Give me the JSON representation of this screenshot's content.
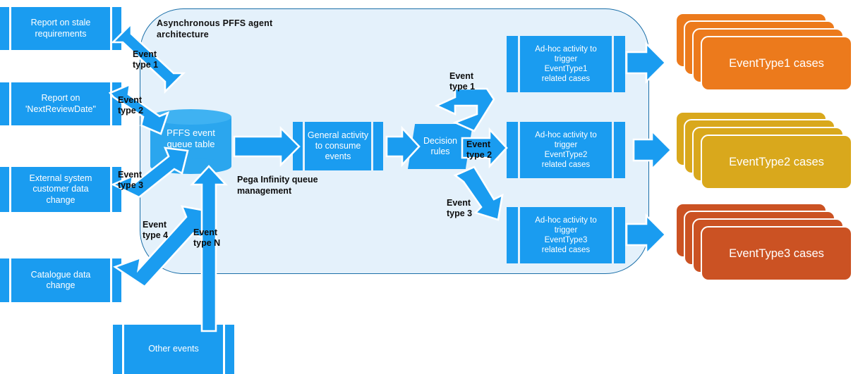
{
  "panel": {
    "title": "Asynchronous  PFFS agent\narchitecture"
  },
  "sources": [
    {
      "name": "report-stale-requirements",
      "label": "Report on stale\nrequirements",
      "event": "Event\ntype 1"
    },
    {
      "name": "report-next-review-date",
      "label": "Report on\n'NextReviewDate\"",
      "event": "Event\ntype 2"
    },
    {
      "name": "external-system-customer-data-change",
      "label": "External system\ncustomer data\nchange",
      "event": "Event\ntype 3"
    },
    {
      "name": "catalogue-data-change",
      "label": "Catalogue data\nchange",
      "event": "Event\ntype 4"
    },
    {
      "name": "other-events",
      "label": "Other events",
      "event": "Event\ntype N"
    }
  ],
  "queue": {
    "label": "PFFS event\nqueue table",
    "note": "Pega Infinity queue\nmanagement"
  },
  "pipeline": {
    "general_activity": "General  activity\nto consume\nevents",
    "decision_rules": "Decision\nrules"
  },
  "branches": [
    {
      "name": "eventtype1",
      "event": "Event\ntype 1",
      "activity": "Ad-hoc  activity to\ntrigger\nEventType1\nrelated cases",
      "cases": "EventType1 cases",
      "color": "#ec7a1c"
    },
    {
      "name": "eventtype2",
      "event": "Event\ntype 2",
      "activity": "Ad-hoc  activity to\ntrigger\nEventType2\nrelated cases",
      "cases": "EventType2 cases",
      "color": "#d9a81c"
    },
    {
      "name": "eventtype3",
      "event": "Event\ntype 3",
      "activity": "Ad-hoc  activity to\ntrigger\nEventType3\nrelated cases",
      "cases": "EventType3 cases",
      "color": "#cb5223"
    }
  ],
  "colors": {
    "primary_blue": "#1a9cf0",
    "cylinder_blue": "#2ba6ee",
    "panel_fill": "#e4f1fb",
    "panel_border": "#1b6fa8"
  }
}
